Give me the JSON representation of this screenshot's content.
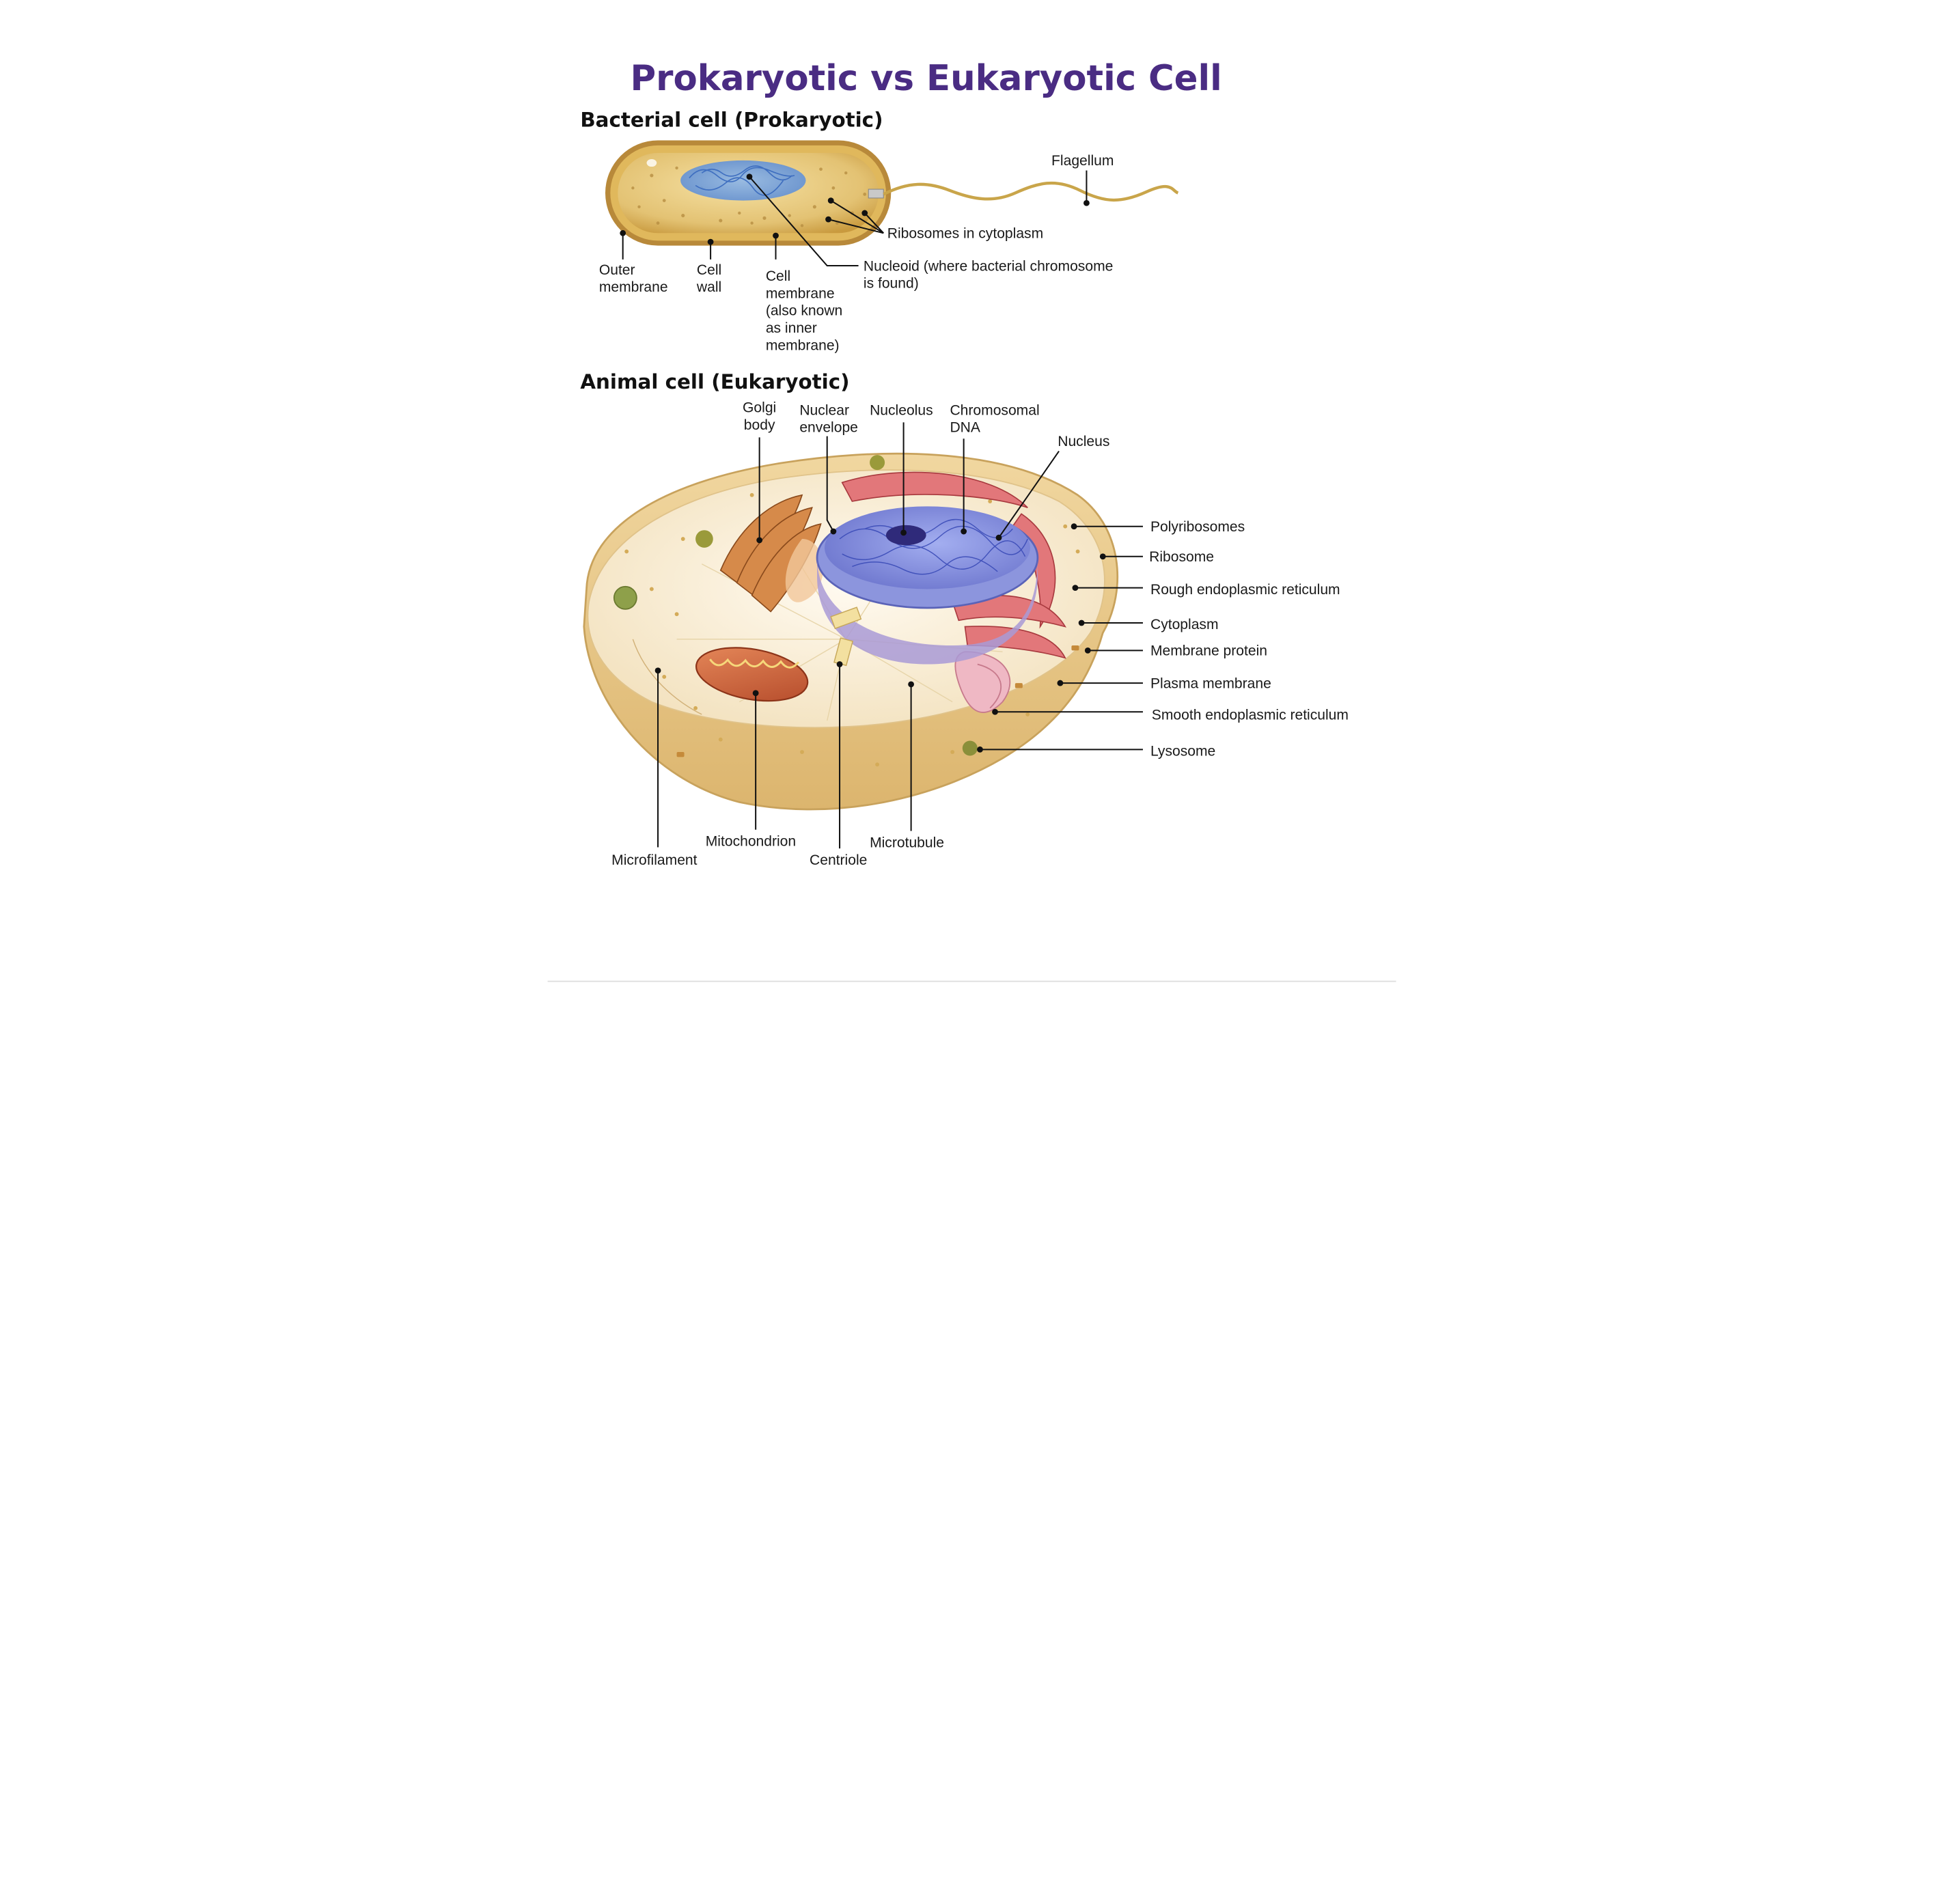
{
  "title": "Prokaryotic vs Eukaryotic Cell",
  "bacterial": {
    "heading": "Bacterial cell (Prokaryotic)",
    "labels": {
      "flagellum": [
        "Flagellum"
      ],
      "ribosomes": [
        "Ribosomes in cytoplasm"
      ],
      "nucleoid": [
        "Nucleoid (where bacterial chromosome",
        "is found)"
      ],
      "outer_membrane": [
        "Outer",
        "membrane"
      ],
      "cell_wall": [
        "Cell",
        "wall"
      ],
      "cell_membrane": [
        "Cell",
        "membrane",
        "(also known",
        "as inner",
        "membrane)"
      ]
    }
  },
  "animal": {
    "heading": "Animal cell (Eukaryotic)",
    "labels": {
      "golgi": [
        "Golgi",
        "body"
      ],
      "nuclear_envelope": [
        "Nuclear",
        "envelope"
      ],
      "nucleolus": [
        "Nucleolus"
      ],
      "chromosomal_dna": [
        "Chromosomal",
        "DNA"
      ],
      "nucleus": [
        "Nucleus"
      ],
      "polyribosomes": [
        "Polyribosomes"
      ],
      "ribosome": [
        "Ribosome"
      ],
      "rough_er": [
        "Rough endoplasmic reticulum"
      ],
      "cytoplasm": [
        "Cytoplasm"
      ],
      "membrane_protein": [
        "Membrane protein"
      ],
      "plasma_membrane": [
        "Plasma membrane"
      ],
      "smooth_er": [
        "Smooth endoplasmic reticulum"
      ],
      "lysosome": [
        "Lysosome"
      ],
      "microfilament": [
        "Microfilament"
      ],
      "mitochondrion": [
        "Mitochondrion"
      ],
      "centriole": [
        "Centriole"
      ],
      "microtubule": [
        "Microtubule"
      ]
    }
  },
  "colors": {
    "title": "#4a2c83",
    "cell_body": "#e9c98a",
    "cytoplasm": "#f7ecd2",
    "nucleus": "#7d86d6",
    "rough_er": "#d9656a",
    "golgi": "#c97a3d",
    "mitochondrion": "#d8643e"
  }
}
